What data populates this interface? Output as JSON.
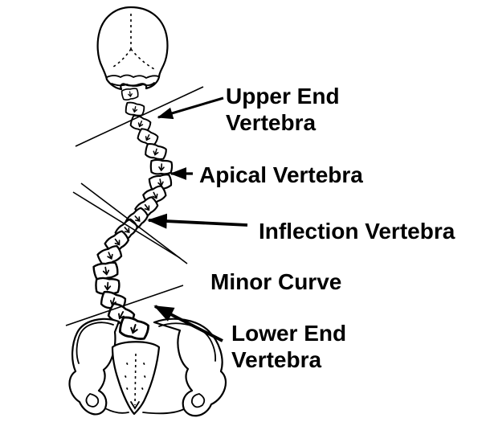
{
  "diagram": {
    "subject": "posterior-view-scoliotic-spine-with-skull-and-pelvis",
    "colors": {
      "ink": "#000000",
      "background": "#ffffff"
    },
    "labels": {
      "upper_end": {
        "line1": "Upper End",
        "line2": "Vertebra"
      },
      "apical": "Apical Vertebra",
      "inflection": "Inflection Vertebra",
      "minor_curve": "Minor Curve",
      "lower_end": {
        "line1": "Lower End",
        "line2": "Vertebra"
      }
    }
  }
}
